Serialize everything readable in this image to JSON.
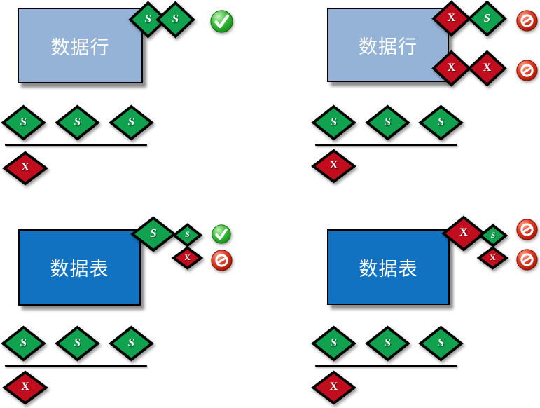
{
  "colors": {
    "box_light": "#95B3D7",
    "box_dark": "#1272C2",
    "green": "#10A24E",
    "red": "#C10D1D",
    "stroke": "#000000",
    "allowed_icon_green": "#2FB457",
    "blocked_icon_red": "#D23A22"
  },
  "icons": {
    "allowed": "green-check-circle",
    "blocked": "red-no-entry-circle"
  },
  "q1": {
    "label": "数据行",
    "corner": [
      "S",
      "S"
    ],
    "verdicts": [
      "allowed"
    ],
    "legend_above": [
      "S",
      "S",
      "S"
    ],
    "legend_below": [
      "X"
    ]
  },
  "q2": {
    "label": "数据行",
    "corner_top": [
      "X",
      "S"
    ],
    "corner_bottom": [
      "X",
      "X"
    ],
    "verdicts": [
      "blocked",
      "blocked"
    ],
    "legend_above": [
      "S",
      "S",
      "S"
    ],
    "legend_below": [
      "X"
    ]
  },
  "q3": {
    "label": "数据表",
    "corner_main": "S",
    "corner_top_small": "S",
    "corner_bottom_small": "X",
    "verdicts": [
      "allowed",
      "blocked"
    ],
    "legend_above": [
      "S",
      "S",
      "S"
    ],
    "legend_below": [
      "X"
    ]
  },
  "q4": {
    "label": "数据表",
    "corner_main": "X",
    "corner_top_small": "S",
    "corner_bottom_small": "X",
    "verdicts": [
      "blocked",
      "blocked"
    ],
    "legend_above": [
      "S",
      "S",
      "S"
    ],
    "legend_below": [
      "X"
    ]
  }
}
